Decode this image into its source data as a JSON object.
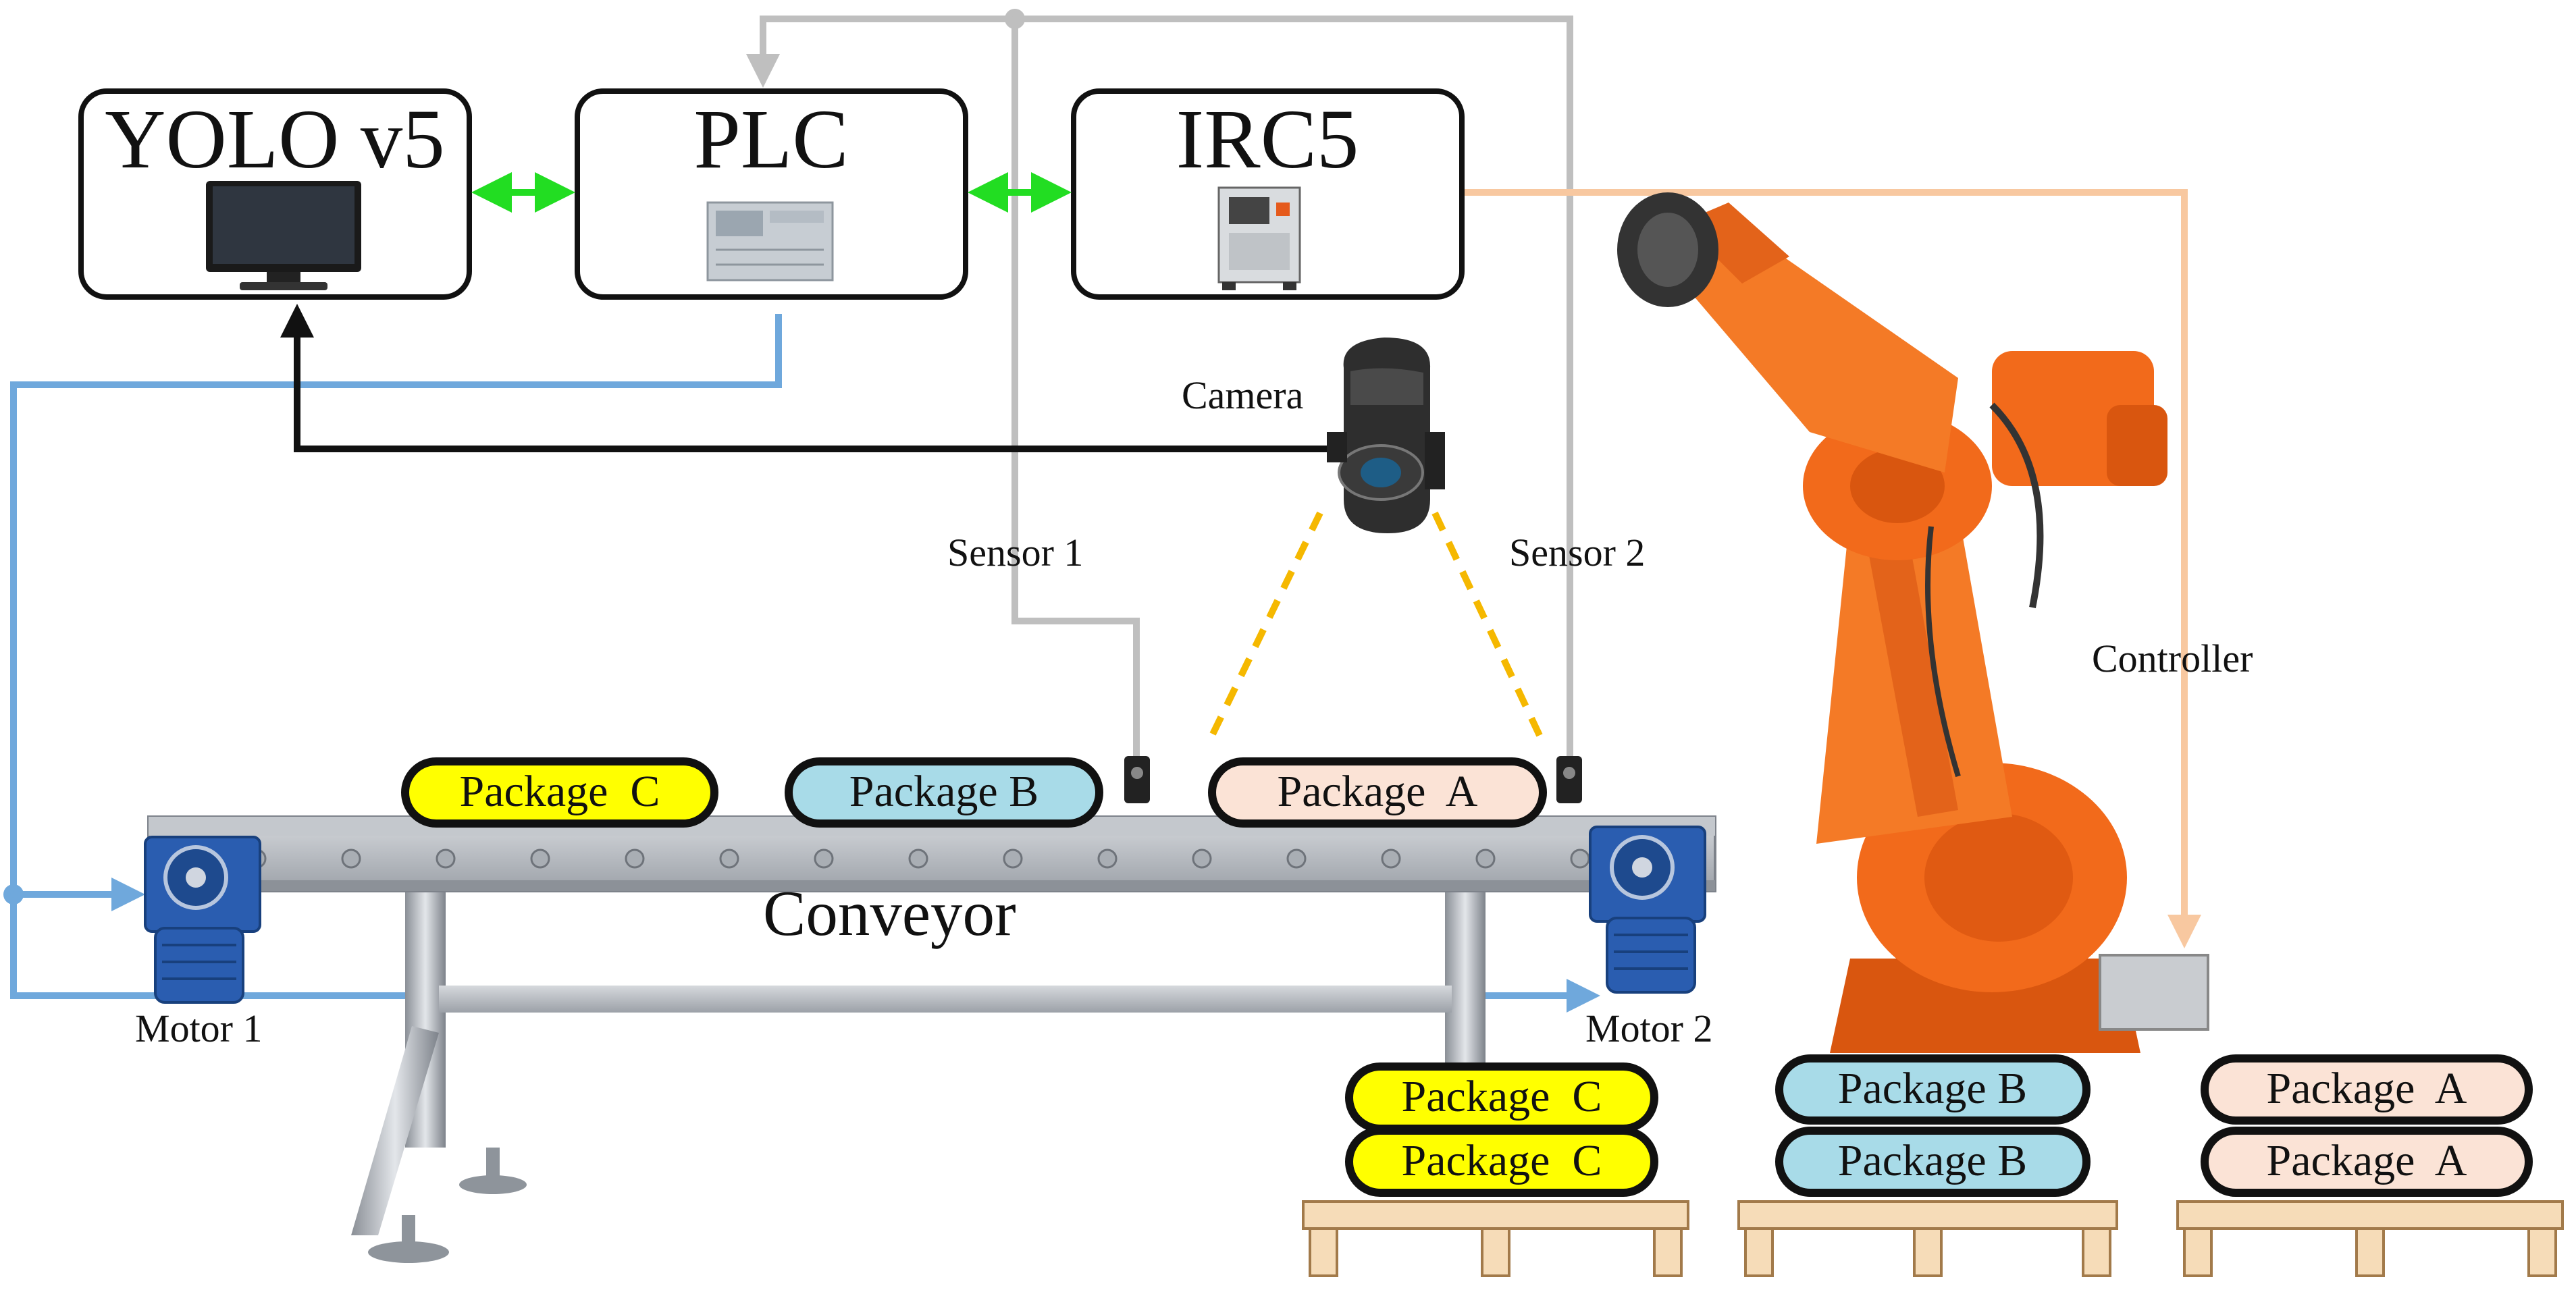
{
  "boxes": {
    "yolo": "YOLO v5",
    "plc": "PLC",
    "irc5": "IRC5"
  },
  "labels": {
    "camera": "Camera",
    "sensor1": "Sensor 1",
    "sensor2": "Sensor 2",
    "controller": "Controller",
    "conveyor": "Conveyor",
    "motor1": "Motor 1",
    "motor2": "Motor 2"
  },
  "packages": {
    "on_conveyor": [
      "Package  C",
      "Package B",
      "Package  A"
    ],
    "pallet_c": [
      "Package  C",
      "Package  C"
    ],
    "pallet_b": [
      "Package B",
      "Package B"
    ],
    "pallet_a": [
      "Package  A",
      "Package  A"
    ]
  },
  "colors": {
    "package_c": "#ffff00",
    "package_b": "#a8dbe8",
    "package_a": "#fbe3d6",
    "link_green": "#22dd22",
    "signal_blue": "#6fa8dc",
    "sensor_gray": "#bfbfbf",
    "controller_orange": "#f8c8a0",
    "camera_view": "#f5b800",
    "robot_orange": "#f26a1b",
    "pallet_wood": "#f6dcb8"
  }
}
